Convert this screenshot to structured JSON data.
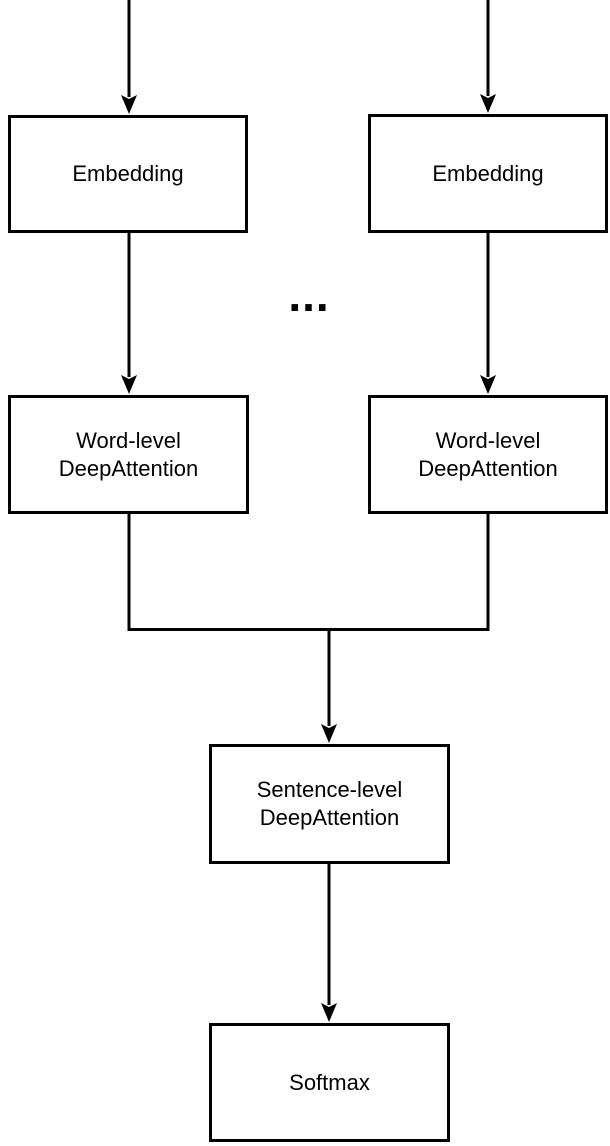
{
  "diagram": {
    "type": "flowchart",
    "colors": {
      "background": "#ffffff",
      "line": "#000000",
      "text": "#000000",
      "node_fill": "#ffffff"
    },
    "nodes": {
      "embedding_left": {
        "label": "Embedding"
      },
      "embedding_right": {
        "label": "Embedding"
      },
      "word_attention_left": {
        "label": "Word-level\nDeepAttention"
      },
      "word_attention_right": {
        "label": "Word-level\nDeepAttention"
      },
      "sentence_attention": {
        "label": "Sentence-level\nDeepAttention"
      },
      "softmax": {
        "label": "Softmax"
      }
    },
    "ellipsis": "...",
    "edges": [
      {
        "from": "top-input-left",
        "to": "embedding_left",
        "arrow": true
      },
      {
        "from": "top-input-right",
        "to": "embedding_right",
        "arrow": true
      },
      {
        "from": "embedding_left",
        "to": "word_attention_left",
        "arrow": true
      },
      {
        "from": "embedding_right",
        "to": "word_attention_right",
        "arrow": true
      },
      {
        "from": "word_attention_left",
        "to": "sentence_attention",
        "arrow": true
      },
      {
        "from": "word_attention_right",
        "to": "sentence_attention",
        "arrow": true
      },
      {
        "from": "sentence_attention",
        "to": "softmax",
        "arrow": true
      }
    ]
  }
}
